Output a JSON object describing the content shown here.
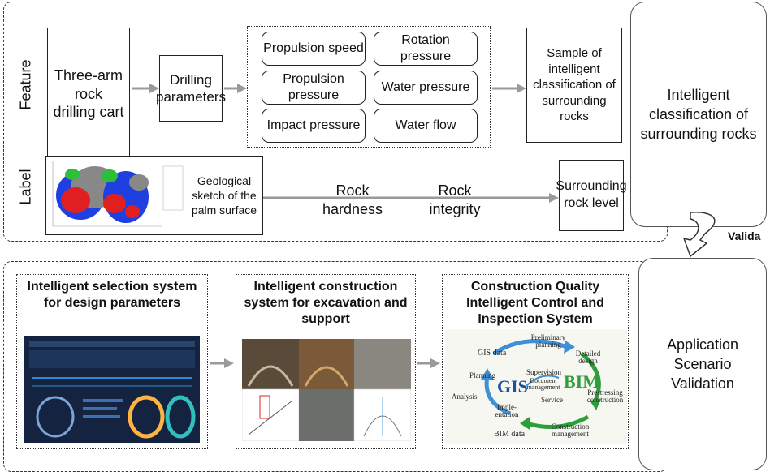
{
  "top_section": {
    "row_label_feature": "Feature",
    "row_label_label": "Label",
    "box_drill_cart": "Three-arm rock drilling cart",
    "box_drilling_params": "Drilling parameters",
    "param_propulsion_speed": "Propulsion speed",
    "param_rotation_pressure": "Rotation pressure",
    "param_propulsion_pressure": "Propulsion pressure",
    "param_water_pressure": "Water pressure",
    "param_impact_pressure": "Impact pressure",
    "param_water_flow": "Water flow",
    "box_sample": "Sample of intelligent classification of surrounding rocks",
    "geo_caption": "Geological sketch of the palm surface",
    "text_rock_hardness": "Rock hardness",
    "text_rock_integrity": "Rock integrity",
    "box_rock_level": "Surrounding rock level",
    "box_intelligent_classification": "Intelligent classification of surrounding rocks"
  },
  "arrow_label_validation": "Valida",
  "bottom_section": {
    "panel1_title": "Intelligent selection system for design parameters",
    "panel2_title": "Intelligent construction system for excavation and support",
    "panel3_title": "Construction Quality Intelligent Control and Inspection System",
    "cycle": {
      "center_gis": "GIS",
      "center_bim": "BIM",
      "gis_data": "GIS data",
      "preliminary_planning": "Preliminary planning",
      "detailed_design": "Detailed design",
      "prestressing_construction": "Prestressing construction",
      "construction_management": "Construction management",
      "bim_data": "BIM data",
      "implementation": "Imple- entation",
      "analysis": "Analysis",
      "planning": "Planning",
      "supervision": "Supervision",
      "document_management": "Document management",
      "service": "Service"
    },
    "box_application": "Application Scenario Validation"
  },
  "colors": {
    "arrow_gray": "#9a9a9a",
    "cycle_green": "#2e9e3a",
    "cycle_blue": "#3d8fd6",
    "rock_red": "#e02020",
    "rock_blue": "#1f3fe0",
    "rock_green": "#2bbf3a"
  }
}
